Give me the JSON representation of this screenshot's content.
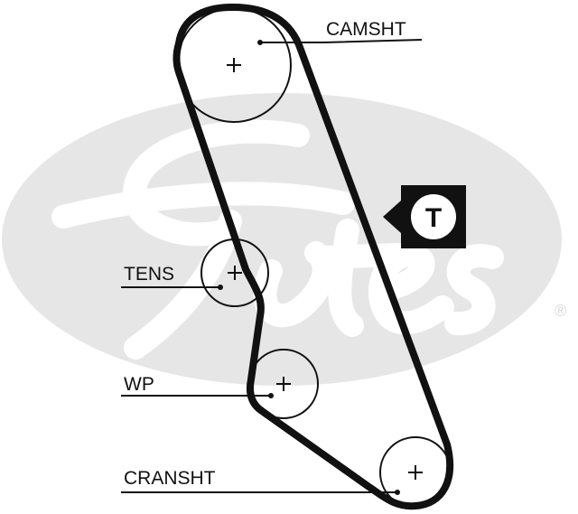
{
  "labels": {
    "camshaft": "CAMSHT",
    "tensioner": "TENS",
    "water_pump": "WP",
    "crankshaft": "CRANSHT"
  },
  "tension_marker": "T",
  "watermark": {
    "brand": "Gates",
    "registered_mark": "®"
  },
  "colors": {
    "belt": "#111111",
    "watermark": "#e6e6e6",
    "marker_background": "#111111"
  }
}
